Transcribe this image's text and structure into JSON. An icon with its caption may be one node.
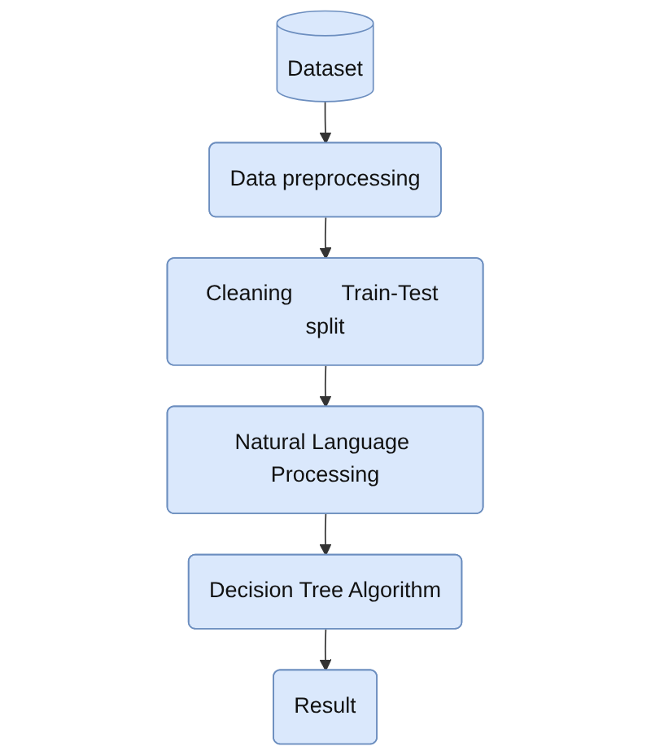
{
  "diagram": {
    "nodes": [
      {
        "text": [
          "Dataset"
        ]
      },
      {
        "text": [
          "Data preprocessing"
        ]
      },
      {
        "text": [
          "Cleaning",
          "Train-Test split"
        ]
      },
      {
        "text": [
          "Natural Language Processing"
        ]
      },
      {
        "text": [
          "Decision Tree Algorithm"
        ]
      },
      {
        "text": [
          "Result"
        ]
      }
    ],
    "edges": [
      {
        "from": 0,
        "to": 1,
        "arrow": "to"
      },
      {
        "from": 1,
        "to": 2,
        "arrow": "to"
      },
      {
        "from": 2,
        "to": 3,
        "arrow": "to"
      },
      {
        "from": 3,
        "to": 4,
        "arrow": "to"
      },
      {
        "from": 4,
        "to": 5,
        "arrow": "to"
      }
    ]
  }
}
